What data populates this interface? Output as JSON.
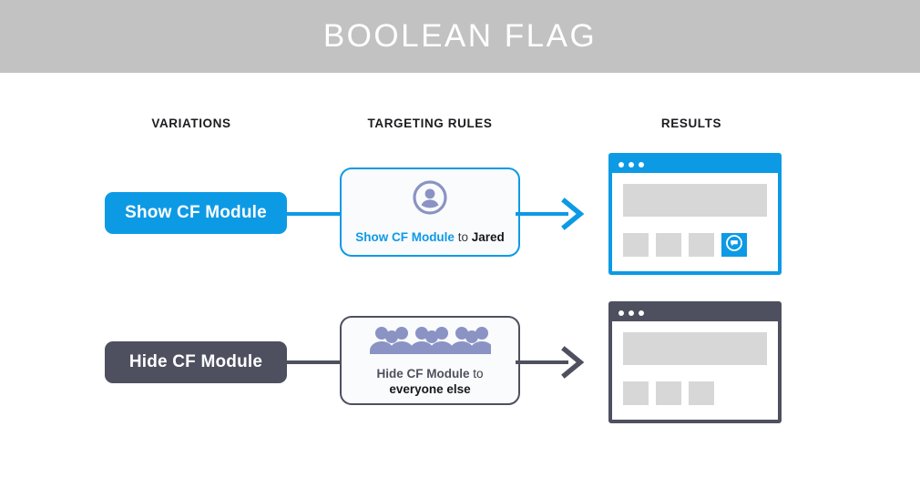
{
  "banner": {
    "title": "BOOLEAN FLAG"
  },
  "colors": {
    "banner_bg": "#c2c2c2",
    "accent_blue": "#0d9ae5",
    "slate_dark": "#4e505f",
    "icon_periwinkle": "#8b93c4",
    "placeholder_gray": "#d7d7d7",
    "card_bg": "#fafbfd"
  },
  "columns": {
    "variations": "VARIATIONS",
    "targeting_rules": "TARGETING RULES",
    "results": "RESULTS"
  },
  "rows": [
    {
      "variation_label": "Show CF Module",
      "variation_color": "#0d9ae5",
      "rule": {
        "icon": "single-user-icon",
        "action": "Show CF Module",
        "connector": "to",
        "audience": "Jared"
      },
      "result": {
        "window_color": "#0d9ae5",
        "dots": 3,
        "tiles": 4,
        "flag_tile_icon": "speech-bubble-icon",
        "flag_tile_visible": true
      },
      "arrow_color": "#0d9ae5"
    },
    {
      "variation_label": "Hide CF Module",
      "variation_color": "#4e505f",
      "rule": {
        "icon": "crowd-of-people-icon",
        "action": "Hide CF Module",
        "connector": "to",
        "audience": "everyone else"
      },
      "result": {
        "window_color": "#4e505f",
        "dots": 3,
        "tiles": 3,
        "flag_tile_icon": null,
        "flag_tile_visible": false
      },
      "arrow_color": "#4e505f"
    }
  ]
}
